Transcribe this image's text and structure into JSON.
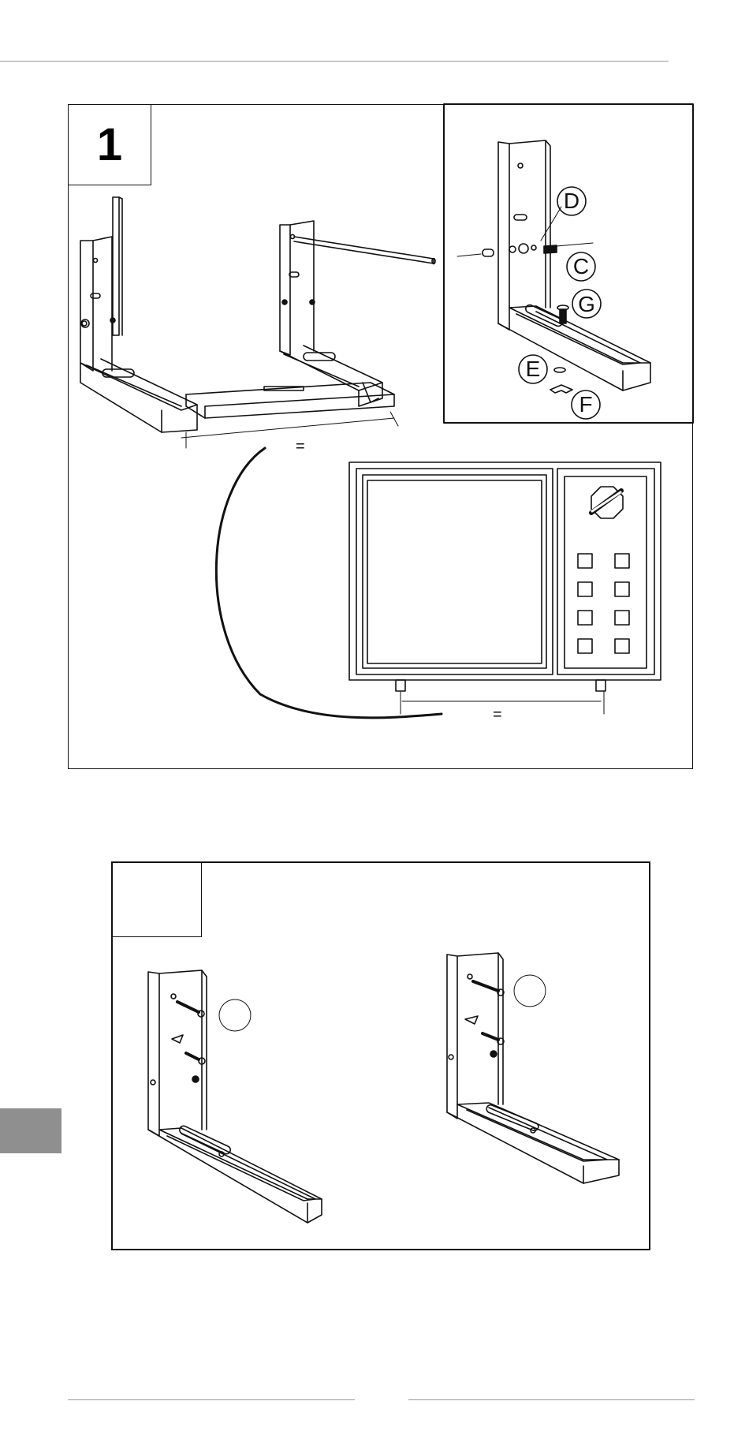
{
  "figure1": {
    "step_number": "1",
    "callouts": {
      "d": "D",
      "c": "C",
      "g": "G",
      "e": "E",
      "f": "F"
    },
    "equal_sign_top": "=",
    "equal_sign_bottom": "="
  },
  "figure2": {
    "step_number": ""
  },
  "colors": {
    "line": "#111111",
    "rule": "#9a9a9a",
    "tab": "#8f8f8f"
  }
}
